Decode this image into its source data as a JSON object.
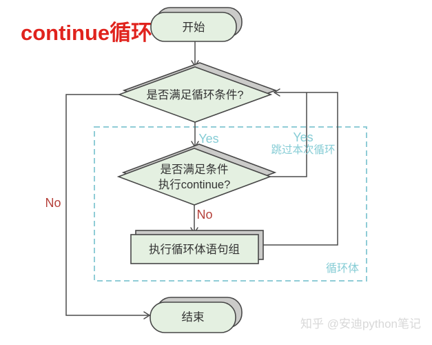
{
  "title": {
    "text": "continue循环"
  },
  "nodes": {
    "start": {
      "label": "开始"
    },
    "cond_loop": {
      "label": "是否满足循环条件?"
    },
    "cond_continue": {
      "line1": "是否满足条件",
      "line2": "执行continue?"
    },
    "body": {
      "label": "执行循环体语句组"
    },
    "end": {
      "label": "结束"
    }
  },
  "edges": {
    "yes_to_cond_continue": "Yes",
    "no_to_body": "No",
    "yes_skip_line1": "Yes",
    "yes_skip_line2": "跳过本次循环",
    "no_to_end": "No"
  },
  "loop_box": {
    "label": "循环体"
  },
  "watermark": "知乎 @安迪python笔记",
  "colors": {
    "title_red": "#e0231d",
    "node_fill": "#e4f0e1",
    "node_border": "#474747",
    "shadow_gray": "#cbcbc9",
    "line": "#4a4a4a",
    "cyan_accent": "#85ccd5",
    "no_red": "#b5403a",
    "watermark_gray": "#d8d8d8"
  }
}
